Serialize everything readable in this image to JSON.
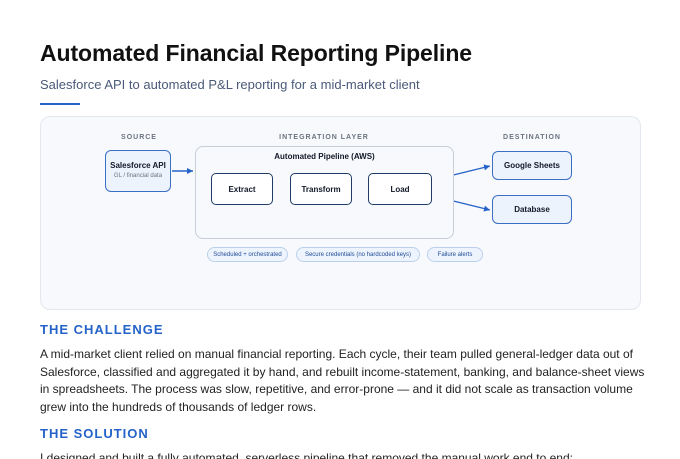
{
  "header": {
    "title": "Automated Financial Reporting Pipeline",
    "subtitle": "Salesforce API to automated P&L reporting for a mid-market client"
  },
  "diagram": {
    "columns": {
      "source": "SOURCE",
      "integration": "INTEGRATION LAYER",
      "destination": "DESTINATION"
    },
    "source_box": {
      "title": "Salesforce API",
      "subtitle": "GL / financial data"
    },
    "pipeline_title": "Automated Pipeline (AWS)",
    "stages": [
      "Extract",
      "Transform",
      "Load"
    ],
    "destinations": [
      "Google Sheets",
      "Database"
    ],
    "tags": [
      "Scheduled + orchestrated",
      "Secure credentials (no hardcoded keys)",
      "Failure alerts"
    ],
    "colors": {
      "accent": "#2563c9",
      "stage_border": "#1f3b66",
      "box_fill": "#edf3fd"
    }
  },
  "challenge": {
    "heading": "THE CHALLENGE",
    "body": "A mid-market client relied on manual financial reporting. Each cycle, their team pulled general-ledger data out of Salesforce, classified and aggregated it by hand, and rebuilt income-statement, banking, and balance-sheet views in spreadsheets. The process was slow, repetitive, and error-prone — and it did not scale as transaction volume grew into the hundreds of thousands of ledger rows."
  },
  "solution": {
    "heading": "THE SOLUTION",
    "body": "I designed and built a fully automated, serverless pipeline that removed the manual work end to end:"
  }
}
